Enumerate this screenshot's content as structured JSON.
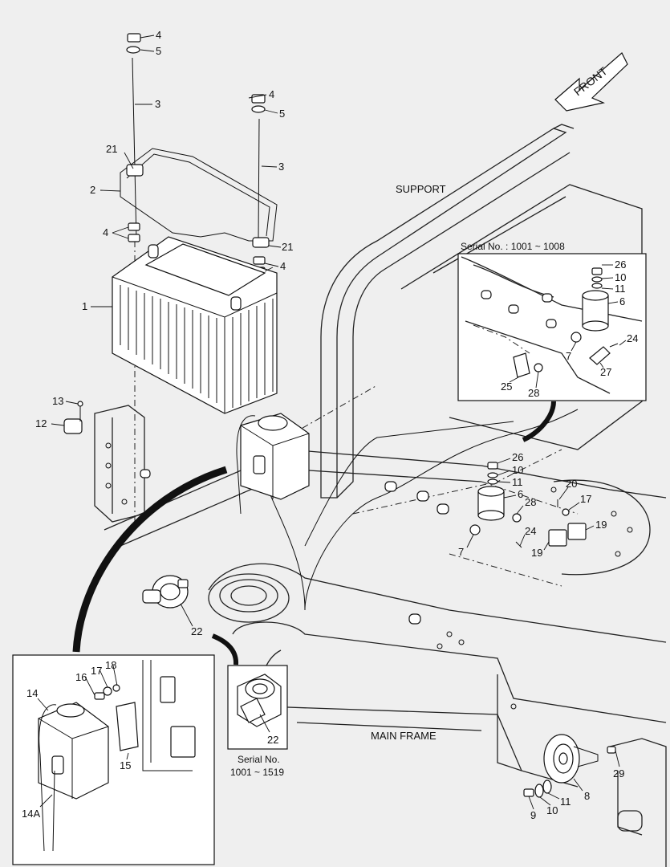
{
  "labels": {
    "front": "FRONT",
    "support": "SUPPORT",
    "main_frame": "MAIN FRAME",
    "serial_top": "Serial No. : 1001 ~ 1008",
    "serial_bottom_line1": "Serial No.",
    "serial_bottom_line2": "1001 ~ 1519"
  },
  "callouts": {
    "c4a": "4",
    "c5a": "5",
    "c3a": "3",
    "c21a": "21",
    "c2": "2",
    "c4b": "4",
    "c5b": "5",
    "c3b": "3",
    "c4c": "4",
    "c21b": "21",
    "c4d": "4",
    "c1": "1",
    "c13": "13",
    "c12": "12",
    "i26": "26",
    "i10": "10",
    "i11": "11",
    "i6": "6",
    "i24": "24",
    "i7": "7",
    "i27": "27",
    "i25": "25",
    "i28": "28",
    "m26": "26",
    "m10": "10",
    "m11": "11",
    "m6": "6",
    "m28": "28",
    "m24": "24",
    "m7": "7",
    "m20": "20",
    "m17": "17",
    "m19a": "19",
    "m19b": "19",
    "m22": "22",
    "d22": "22",
    "d16": "16",
    "d17": "17",
    "d18": "18",
    "d14": "14",
    "d15": "15",
    "d14a": "14A",
    "h8": "8",
    "h29": "29",
    "h9": "9",
    "h10": "10",
    "h11": "11"
  },
  "colors": {
    "background": "#efefef",
    "line": "#111111",
    "part_fill": "#ffffff"
  }
}
